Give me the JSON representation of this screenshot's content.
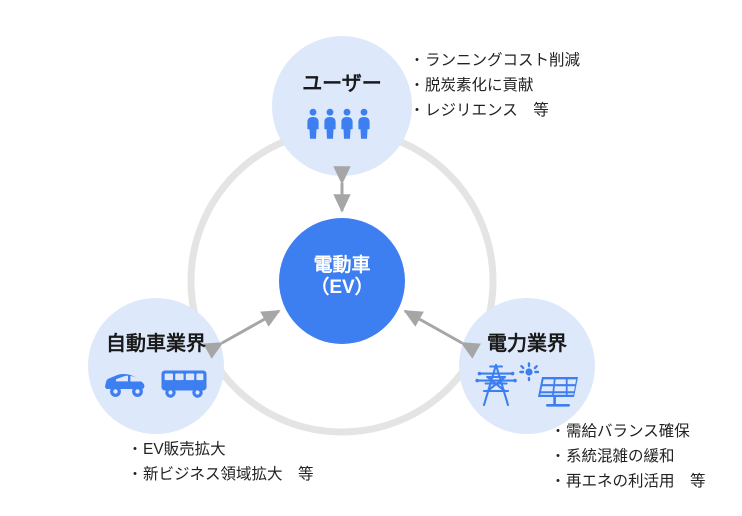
{
  "diagram": {
    "title_semantic": "ev-ecosystem-relationship-diagram",
    "colors": {
      "center_fill": "#3d7ef0",
      "node_fill": "#dde8fa",
      "ring_stroke": "#e4e4e4",
      "arrow": "#a6a6a6",
      "icon_blue": "#3d7ef0",
      "text": "#1a1a1a",
      "bullet_text": "#222222",
      "background": "#ffffff"
    },
    "center": {
      "label_line1": "電動車",
      "label_line2": "（EV）",
      "icon": "none"
    },
    "nodes": [
      {
        "id": "user",
        "label": "ユーザー",
        "icon": "people-group-icon",
        "bullets": [
          "ランニングコスト削減",
          "脱炭素化に貢献",
          "レジリエンス　等"
        ]
      },
      {
        "id": "automotive",
        "label": "自動車業界",
        "icon": "car-and-bus-icon",
        "bullets": [
          "EV販売拡大",
          "新ビジネス領域拡大　等"
        ]
      },
      {
        "id": "power",
        "label": "電力業界",
        "icon": "pylon-and-solar-panel-icon",
        "bullets": [
          "需給バランス確保",
          "系統混雑の緩和",
          "再エネの利活用　等"
        ]
      }
    ],
    "connectors": [
      {
        "id": "user-center",
        "style": "double-headed-arrow",
        "direction": "vertical"
      },
      {
        "id": "automotive-center",
        "style": "double-headed-arrow",
        "direction": "diagonal-up-right"
      },
      {
        "id": "power-center",
        "style": "double-headed-arrow",
        "direction": "diagonal-up-left"
      }
    ],
    "bullet_marker": "・"
  }
}
